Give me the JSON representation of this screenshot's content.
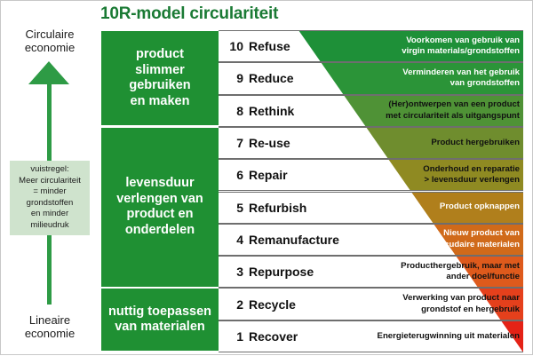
{
  "title": "10R-model circulariteit",
  "axis": {
    "top_label": "Circulaire\neconomie",
    "top_line1": "Circulaire",
    "top_line2": "economie",
    "bottom_line1": "Lineaire",
    "bottom_line2": "economie",
    "arrow_icon": "up-arrow-icon",
    "note": {
      "line1": "vuistregel:",
      "line2": "Meer circulariteit",
      "line3": "= minder",
      "line4": "grondstoffen",
      "line5": "en minder",
      "line6": "milieudruk"
    }
  },
  "groups": [
    {
      "label": "product slimmer gebruiken en maken",
      "lines": [
        "product",
        "slimmer",
        "gebruiken",
        "en maken"
      ]
    },
    {
      "label": "levensduur verlengen van product en onderdelen",
      "lines": [
        "levensduur",
        "verlengen van",
        "product en",
        "onderdelen"
      ]
    },
    {
      "label": "nuttig toepassen van materialen",
      "lines": [
        "nuttig toepassen",
        "van materialen"
      ]
    }
  ],
  "colors": {
    "brand_green": "#1a7a34",
    "block_green": "#1f9033",
    "arrow_green": "#2e9b45",
    "note_bg": "#cfe3cd",
    "row_line": "#6e6e6e",
    "gradient_top": "#1e9038",
    "gradient_bottom": "#e42216"
  },
  "chart_data": {
    "type": "table",
    "title": "10R-model circulariteit",
    "legend_position": "none",
    "grid": false,
    "columns": [
      "rank",
      "strategy",
      "description",
      "band_color",
      "group"
    ],
    "rows": [
      {
        "rank": "10",
        "strategy": "Refuse",
        "desc_lines": [
          "Voorkomen van gebruik van",
          "virgin materials/grondstoffen"
        ],
        "band_color": "#1e9038",
        "text_color": "#ffffff",
        "group": 0
      },
      {
        "rank": "9",
        "strategy": "Reduce",
        "desc_lines": [
          "Verminderen van het gebruik",
          "van grondstoffen"
        ],
        "band_color": "#2b9438",
        "text_color": "#ffffff",
        "group": 0
      },
      {
        "rank": "8",
        "strategy": "Rethink",
        "desc_lines": [
          "(Her)ontwerpen van een product",
          "met circulariteit als uitgangspunt"
        ],
        "band_color": "#4f9236",
        "text_color": "#111111",
        "group": 0
      },
      {
        "rank": "7",
        "strategy": "Re-use",
        "desc_lines": [
          "Product hergebruiken"
        ],
        "band_color": "#6f8d2e",
        "text_color": "#111111",
        "group": 1
      },
      {
        "rank": "6",
        "strategy": "Repair",
        "desc_lines": [
          "Onderhoud en reparatie",
          "> levensduur verlengen"
        ],
        "band_color": "#8f8a22",
        "text_color": "#111111",
        "group": 1
      },
      {
        "rank": "5",
        "strategy": "Refurbish",
        "desc_lines": [
          "Product opknappen"
        ],
        "band_color": "#b07f1c",
        "text_color": "#ffffff",
        "group": 1
      },
      {
        "rank": "4",
        "strategy": "Remanufacture",
        "desc_lines": [
          "Nieuw product van",
          "secudaire materialen"
        ],
        "band_color": "#d06a1a",
        "text_color": "#ffffff",
        "group": 1
      },
      {
        "rank": "3",
        "strategy": "Repurpose",
        "desc_lines": [
          "Producthergebruik, maar met",
          "ander doel/functie"
        ],
        "band_color": "#de5a1c",
        "text_color": "#111111",
        "group": 1
      },
      {
        "rank": "2",
        "strategy": "Recycle",
        "desc_lines": [
          "Verwerking van product naar",
          "grondstof en hergebruik"
        ],
        "band_color": "#e5401c",
        "text_color": "#111111",
        "group": 2
      },
      {
        "rank": "1",
        "strategy": "Recover",
        "desc_lines": [
          "Energieterugwinning uit materialen"
        ],
        "band_color": "#e42216",
        "text_color": "#111111",
        "group": 2
      }
    ],
    "y_axis": {
      "top": "Circulaire economie",
      "bottom": "Lineaire economie",
      "direction": "up = more circular"
    }
  }
}
